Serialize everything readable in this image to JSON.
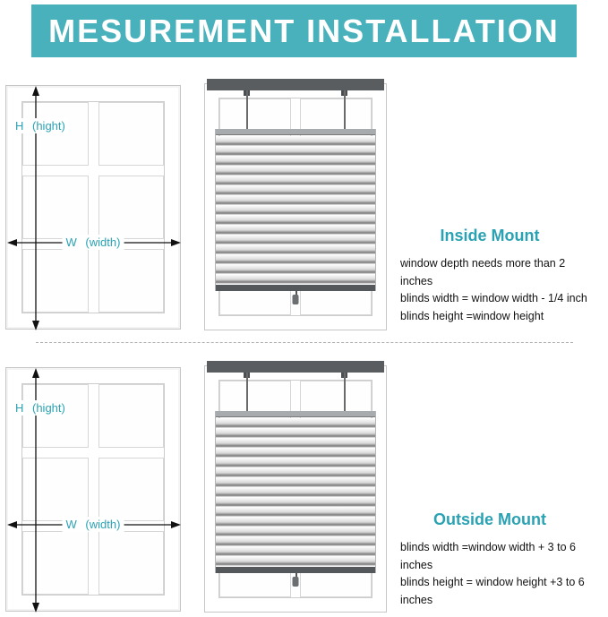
{
  "header": {
    "title": "MESUREMENT INSTALLATION"
  },
  "colors": {
    "banner_teal": "#48b1bc",
    "accent_teal": "#2aa2b3",
    "blinds_rail_gray": "#595d60",
    "text": "#111111"
  },
  "sections": [
    {
      "h_label": "H (hight)",
      "w_label": "W (width)",
      "mount_title": "Inside Mount",
      "lines": [
        "window depth needs more than 2 inches",
        "blinds width = window width - 1/4 inch",
        "blinds height =window height"
      ]
    },
    {
      "h_label": "H (hight)",
      "w_label": "W (width)",
      "mount_title": "Outside Mount",
      "lines": [
        "blinds width =window width + 3 to 6 inches",
        "blinds height = window height +3 to 6 inches"
      ]
    }
  ]
}
